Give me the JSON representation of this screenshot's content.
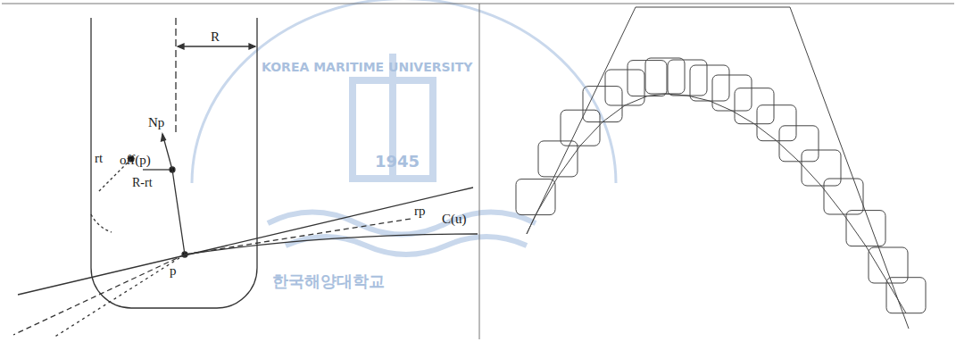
{
  "diagram": {
    "labels": [
      "KOREA MARITIME UNIVERSITY",
      "R",
      "Np",
      "off(p)",
      "rt",
      "R-rt",
      "p",
      "rp",
      "C(u)",
      "1945",
      "한국해양대학교"
    ]
  }
}
